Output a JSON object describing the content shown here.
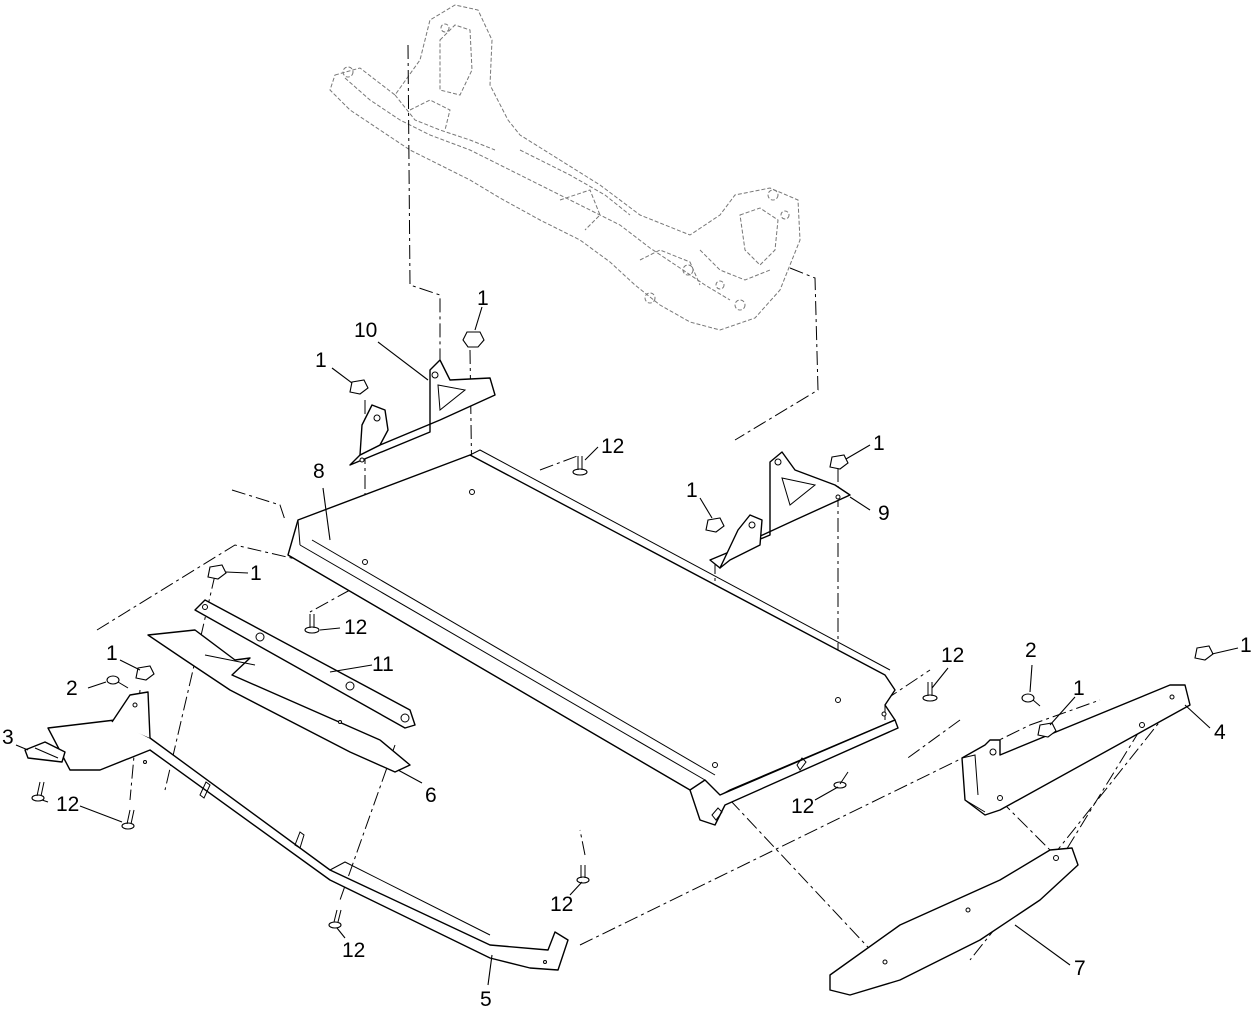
{
  "diagram": {
    "callouts": [
      {
        "id": "c1a",
        "text": "1"
      },
      {
        "id": "c1b",
        "text": "1"
      },
      {
        "id": "c1c",
        "text": "1"
      },
      {
        "id": "c1d",
        "text": "1"
      },
      {
        "id": "c1e",
        "text": "1"
      },
      {
        "id": "c1f",
        "text": "1"
      },
      {
        "id": "c1g",
        "text": "1"
      },
      {
        "id": "c1h",
        "text": "1"
      },
      {
        "id": "c2a",
        "text": "2"
      },
      {
        "id": "c2b",
        "text": "2"
      },
      {
        "id": "c3",
        "text": "3"
      },
      {
        "id": "c4",
        "text": "4"
      },
      {
        "id": "c5",
        "text": "5"
      },
      {
        "id": "c6",
        "text": "6"
      },
      {
        "id": "c7",
        "text": "7"
      },
      {
        "id": "c8",
        "text": "8"
      },
      {
        "id": "c9",
        "text": "9"
      },
      {
        "id": "c10",
        "text": "10"
      },
      {
        "id": "c11",
        "text": "11"
      },
      {
        "id": "c12a",
        "text": "12"
      },
      {
        "id": "c12b",
        "text": "12"
      },
      {
        "id": "c12c",
        "text": "12"
      },
      {
        "id": "c12d",
        "text": "12"
      },
      {
        "id": "c12e",
        "text": "12"
      },
      {
        "id": "c12f",
        "text": "12"
      },
      {
        "id": "c12g",
        "text": "12"
      }
    ]
  }
}
